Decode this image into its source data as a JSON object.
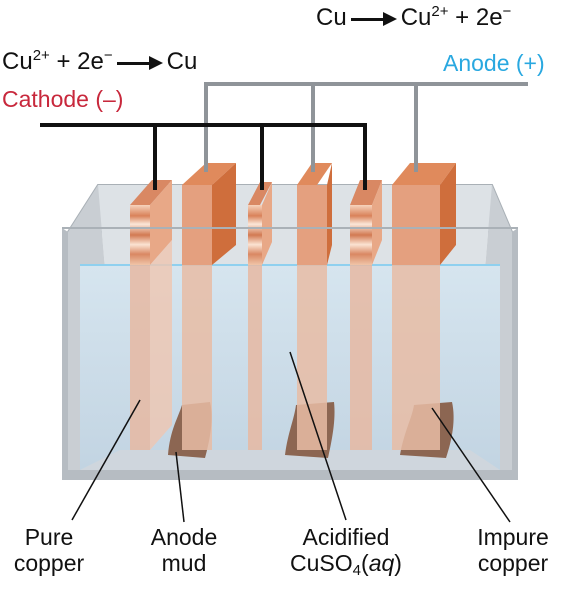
{
  "colors": {
    "cathode_label": "#c8283c",
    "anode_label": "#29a8e0",
    "copper_face": "#e4a07f",
    "copper_edge": "#cf6e3c",
    "solution": "#c9d9e6",
    "tank_wall": "#bfc5cb",
    "mud": "#8c6652",
    "cathode_wire": "#111111",
    "anode_wire": "#8f9499"
  },
  "anode_equation": {
    "reactant": "Cu",
    "product": "Cu",
    "product_charge": "2+",
    "electrons": "+ 2e",
    "electron_sign": "−"
  },
  "cathode_equation": {
    "reactant": "Cu",
    "reactant_charge": "2+",
    "electrons": "+ 2e",
    "electron_sign": "−",
    "product": "Cu"
  },
  "anode_label": "Anode (+)",
  "cathode_label": "Cathode (–)",
  "callouts": {
    "pure_copper": [
      "Pure",
      "copper"
    ],
    "anode_mud": [
      "Anode",
      "mud"
    ],
    "solution": {
      "line1": "Acidified",
      "formula_main": "CuSO",
      "formula_sub": "4",
      "formula_open": "(",
      "formula_state": "aq",
      "formula_close": ")"
    },
    "impure_copper": [
      "Impure",
      "copper"
    ]
  },
  "icons": [
    "arrow-right-icon"
  ]
}
